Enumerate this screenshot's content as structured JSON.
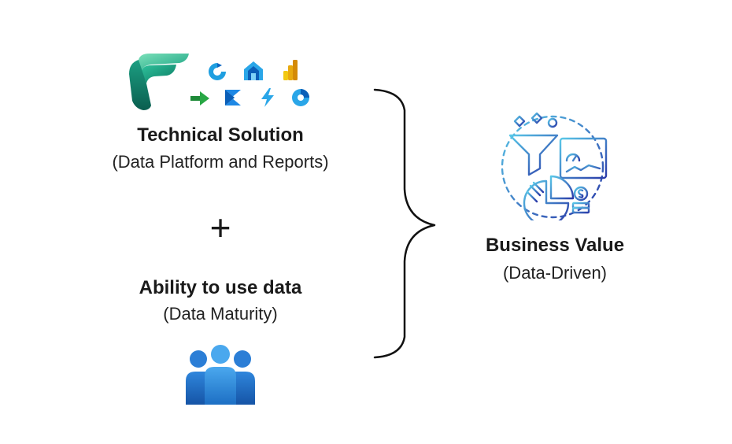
{
  "left": {
    "technical": {
      "title": "Technical Solution",
      "subtitle": "(Data Platform and Reports)",
      "icons": [
        "fabric-logo-icon",
        "data-factory-icon",
        "data-warehouse-icon",
        "power-bi-icon",
        "data-pipeline-icon",
        "synapse-icon",
        "real-time-analytics-icon",
        "data-science-icon"
      ]
    },
    "operator": "+",
    "ability": {
      "title": "Ability to use data",
      "subtitle": "(Data Maturity)",
      "icon": "people-group-icon"
    }
  },
  "right": {
    "title": "Business Value",
    "subtitle": "(Data-Driven)",
    "icon": "data-analytics-icon"
  },
  "colors": {
    "fabric_teal": "#1fb59c",
    "azure_blue": "#1e88e5",
    "people_blue": "#2a7fd4",
    "analytics_gradient_start": "#5ac8e8",
    "analytics_gradient_end": "#2b3aa8"
  }
}
